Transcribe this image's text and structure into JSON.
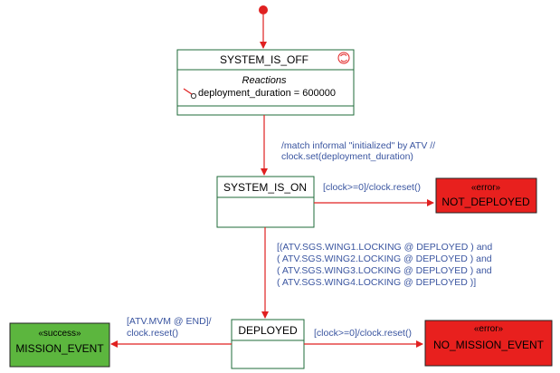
{
  "states": {
    "system_is_off": {
      "name": "SYSTEM_IS_OFF",
      "reactions_title": "Reactions",
      "reaction": "deployment_duration = 600000"
    },
    "system_is_on": {
      "name": "SYSTEM_IS_ON"
    },
    "deployed": {
      "name": "DEPLOYED"
    },
    "not_deployed": {
      "stereotype": "«error»",
      "name": "NOT_DEPLOYED"
    },
    "mission_event": {
      "stereotype": "«success»",
      "name": "MISSION_EVENT"
    },
    "no_mission_event": {
      "stereotype": "«error»",
      "name": "NO_MISSION_EVENT"
    }
  },
  "transitions": {
    "off_to_on": [
      "/match informal \"initialized\" by ATV //",
      "clock.set(deployment_duration)"
    ],
    "on_to_not_deployed": [
      "[clock>=0]/clock.reset()"
    ],
    "on_to_deployed": [
      "[(ATV.SGS.WING1.LOCKING @ DEPLOYED ) and",
      "( ATV.SGS.WING2.LOCKING @ DEPLOYED ) and",
      "( ATV.SGS.WING3.LOCKING @ DEPLOYED ) and",
      "( ATV.SGS.WING4.LOCKING @ DEPLOYED )]"
    ],
    "deployed_to_mission_event": [
      "[ATV.MVM @ END]/",
      "clock.reset()"
    ],
    "deployed_to_no_mission_event": [
      "[clock>=0]/clock.reset()"
    ]
  },
  "colors": {
    "state_border": "#1f6b3a",
    "error_fill": "#e8201e",
    "success_fill": "#5cb63e",
    "transition": "#e02020",
    "label": "#3a55a0"
  }
}
